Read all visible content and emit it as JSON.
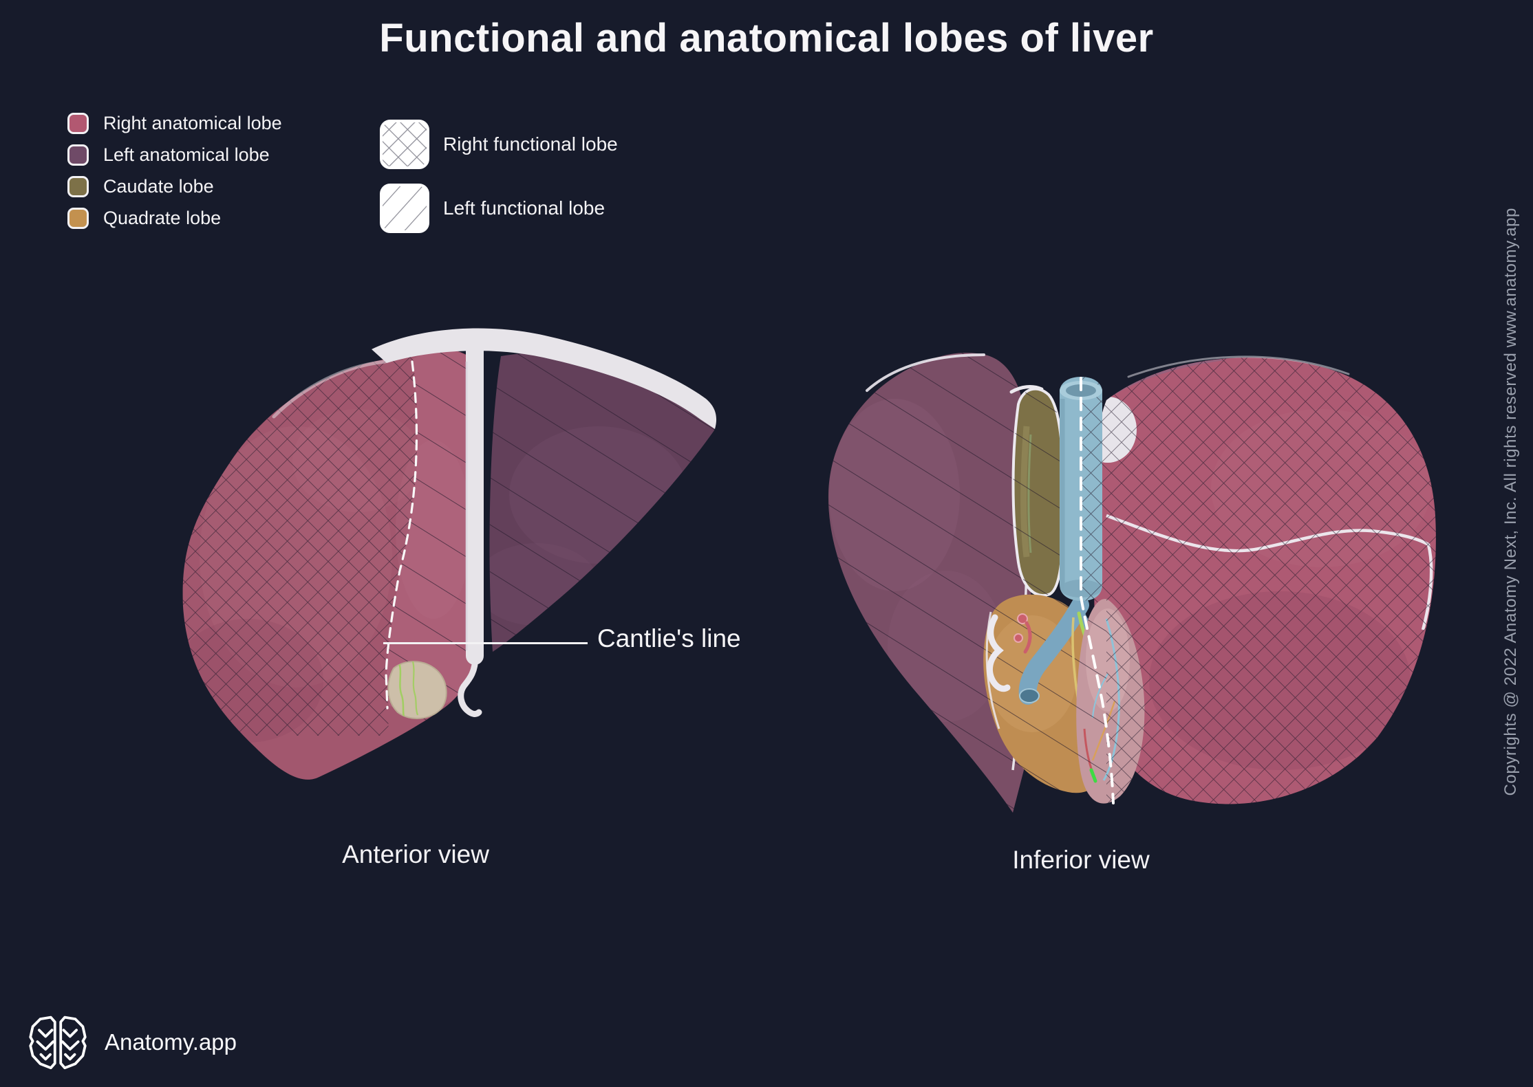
{
  "title": "Functional and anatomical lobes of liver",
  "legend": {
    "anatomical_items": [
      {
        "label": "Right anatomical lobe",
        "color": "#b25871"
      },
      {
        "label": "Left anatomical lobe",
        "color": "#6f4a67"
      },
      {
        "label": "Caudate lobe",
        "color": "#7d7148"
      },
      {
        "label": "Quadrate lobe",
        "color": "#c3914f"
      }
    ],
    "functional_items": [
      {
        "label": "Right functional lobe",
        "pattern": "crosshatch-icon"
      },
      {
        "label": "Left functional lobe",
        "pattern": "diagonal-lines-icon"
      }
    ]
  },
  "annotation": {
    "cantlies_line_label": "Cantlie's line"
  },
  "views": {
    "anterior": {
      "label": "Anterior view"
    },
    "inferior": {
      "label": "Inferior view"
    }
  },
  "footer": {
    "brand": "Anatomy.app",
    "logo_icon": "brain-icon"
  },
  "copyright": "Copyrights @ 2022 Anatomy Next, Inc. All rights reserved www.anatomy.app",
  "colors": {
    "background": "#171b2b",
    "right_anatomical_lobe": "#a85a72",
    "left_anatomical_lobe_anterior": "#63405a",
    "left_anatomical_lobe_inferior": "#7a4e66",
    "caudate_lobe": "#7d7148",
    "quadrate_lobe": "#bf8d52",
    "gallbladder": "#c4989f",
    "inferior_vena_cava": "#8fb9cc",
    "portal_vein": "#7aa6c0",
    "bile_duct": "#a7d45c",
    "hepatic_artery": "#cb5f6c",
    "ligament_white": "#e7e4e9",
    "text": "#f4f3f5"
  }
}
